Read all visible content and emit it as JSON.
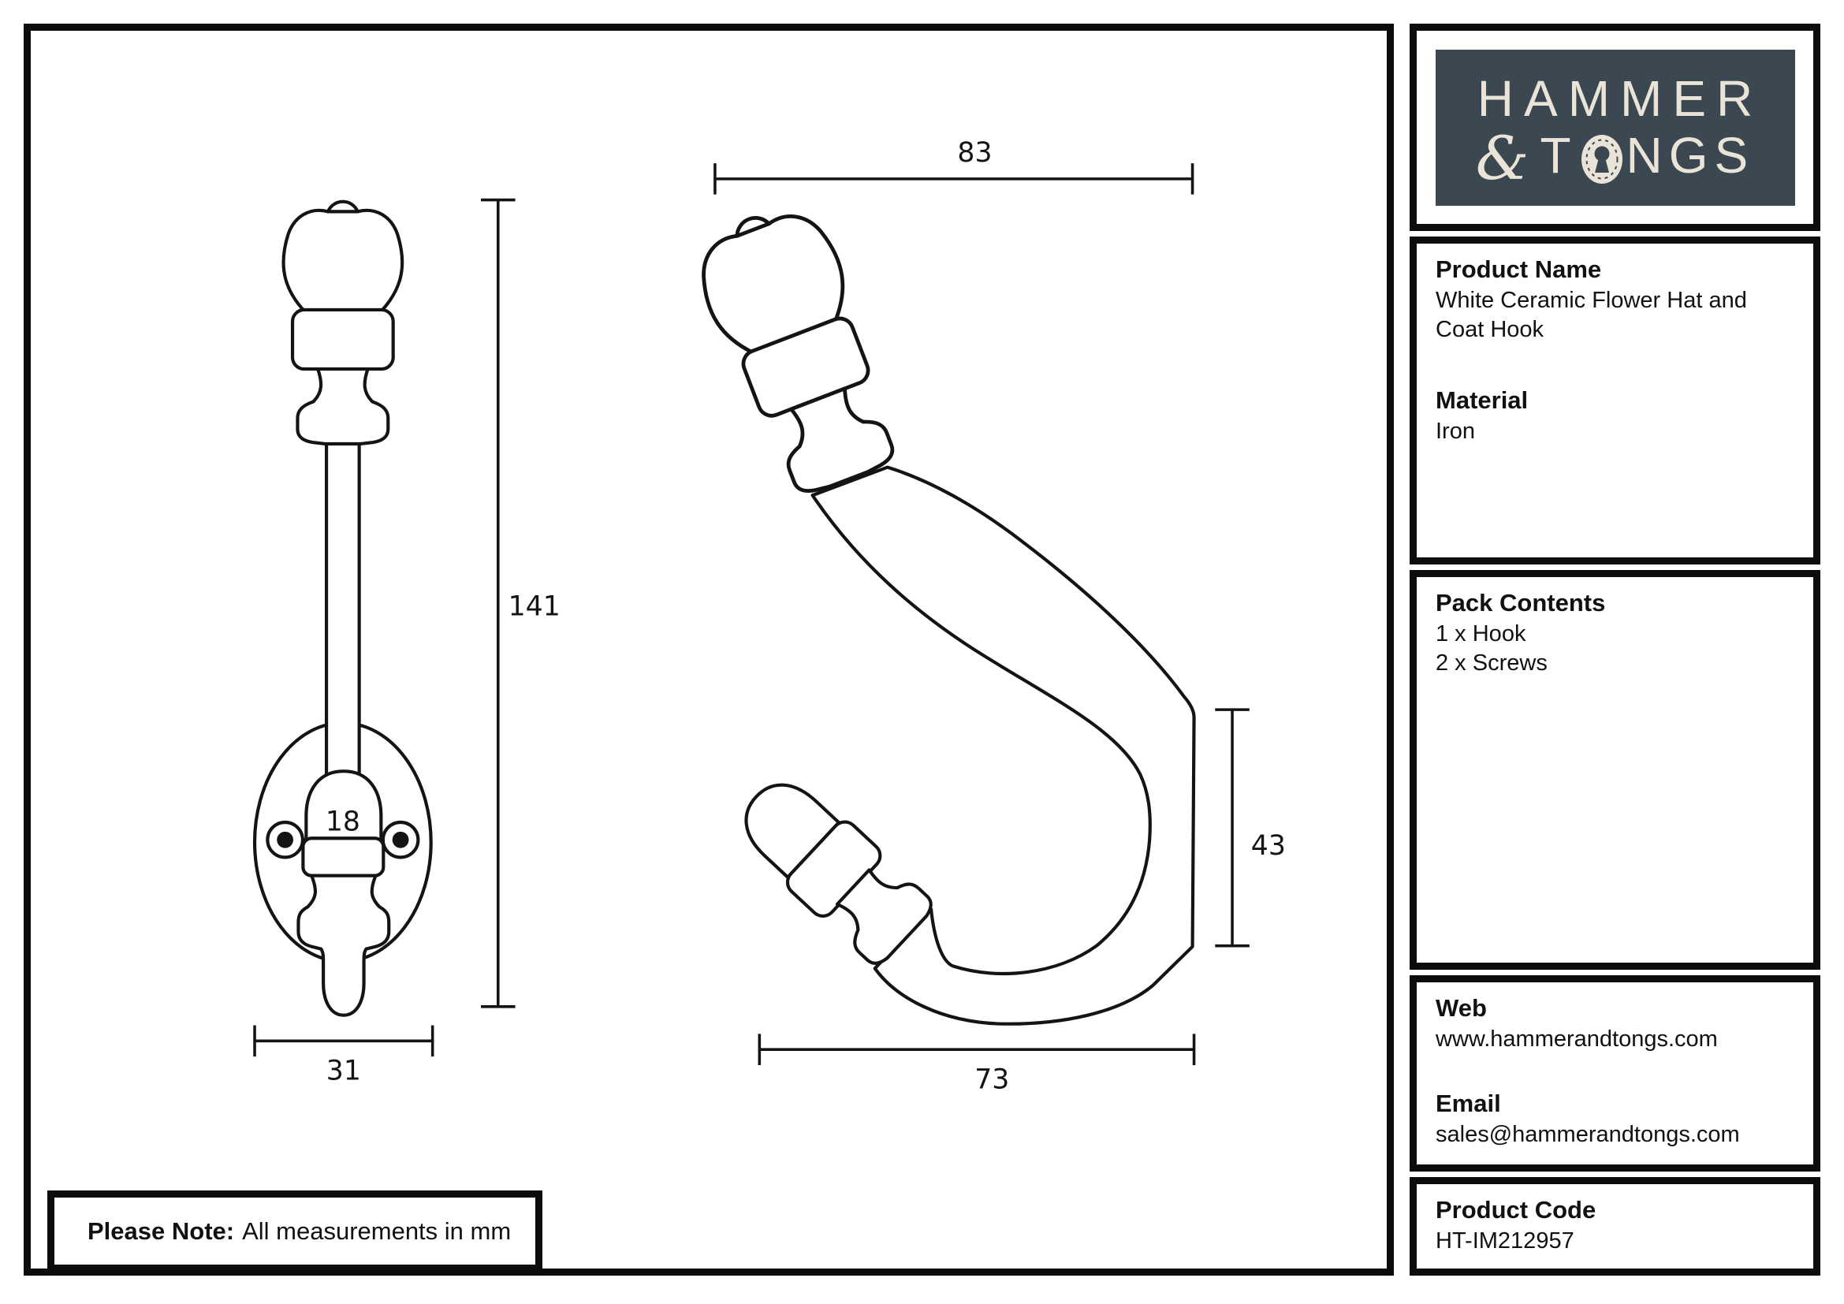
{
  "colors": {
    "slate": "#3C4851",
    "cream": "#EAE4D8",
    "ink": "#141414"
  },
  "logo": {
    "line1": "HAMMER",
    "amp": "&",
    "tongs_t": "T",
    "tongs_rest": "NGS",
    "keyhole_icon": "keyhole-icon"
  },
  "sidebar": {
    "product": {
      "heading": "Product Name",
      "value": "White Ceramic Flower Hat and Coat Hook"
    },
    "material": {
      "heading": "Material",
      "value": "Iron"
    },
    "pack": {
      "heading": "Pack Contents",
      "items": [
        "1 x Hook",
        "2 x Screws"
      ]
    },
    "web": {
      "heading": "Web",
      "value": "www.hammerandtongs.com"
    },
    "email": {
      "heading": "Email",
      "value": "sales@hammerandtongs.com"
    },
    "code": {
      "heading": "Product Code",
      "value": "HT-IM212957"
    }
  },
  "note": {
    "label": "Please Note:",
    "text": "All measurements in mm"
  },
  "drawing": {
    "units": "mm",
    "front_view": {
      "height_mm": "141",
      "base_width_mm": "31",
      "boss_width_mm": "18"
    },
    "side_view": {
      "width_mm": "83",
      "projection_mm": "73",
      "plate_height_mm": "43"
    }
  }
}
